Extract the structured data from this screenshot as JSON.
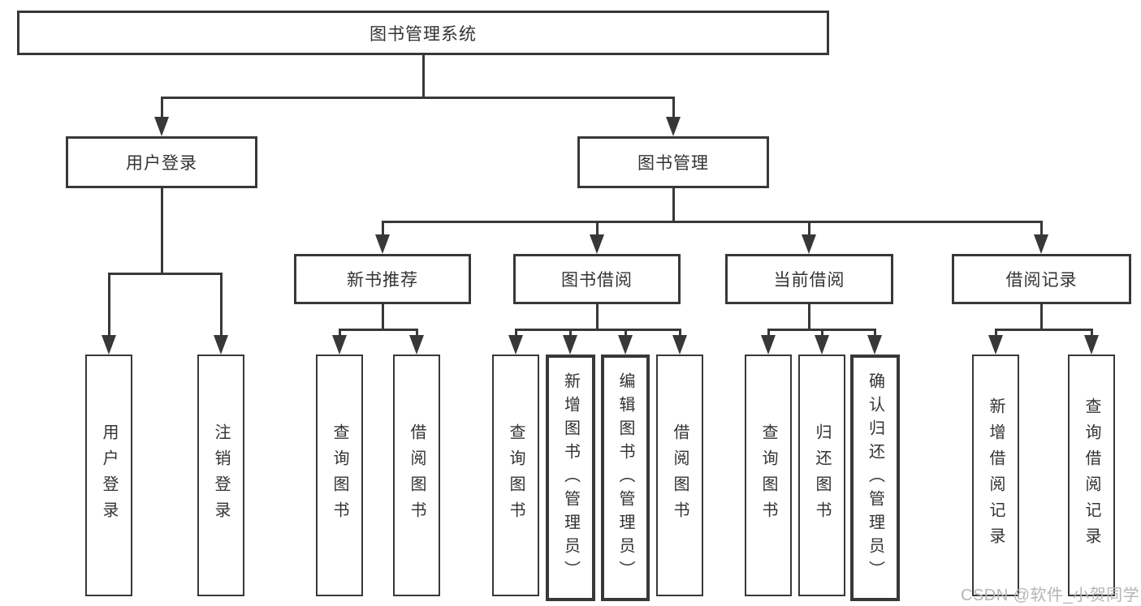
{
  "diagram": {
    "root": {
      "label": "图书管理系统"
    },
    "branches": [
      {
        "label": "用户登录",
        "children": [
          {
            "label": "用户登录"
          },
          {
            "label": "注销登录"
          }
        ]
      },
      {
        "label": "图书管理",
        "children": [
          {
            "label": "新书推荐",
            "children": [
              {
                "label": "查询图书"
              },
              {
                "label": "借阅图书"
              }
            ]
          },
          {
            "label": "图书借阅",
            "children": [
              {
                "label": "查询图书"
              },
              {
                "label": "新增图书（管理员）"
              },
              {
                "label": "编辑图书（管理员）"
              },
              {
                "label": "借阅图书"
              }
            ]
          },
          {
            "label": "当前借阅",
            "children": [
              {
                "label": "查询图书"
              },
              {
                "label": "归还图书"
              },
              {
                "label": "确认归还（管理员）"
              }
            ]
          },
          {
            "label": "借阅记录",
            "children": [
              {
                "label": "新增借阅记录"
              },
              {
                "label": "查询借阅记录"
              }
            ]
          }
        ]
      }
    ]
  },
  "watermark": {
    "text": "CSDN @软件_小贺同学",
    "color": "#b5b5b5"
  },
  "colors": {
    "line": "#383838",
    "box_border": "#383838",
    "text": "#333333",
    "background": "#ffffff"
  }
}
